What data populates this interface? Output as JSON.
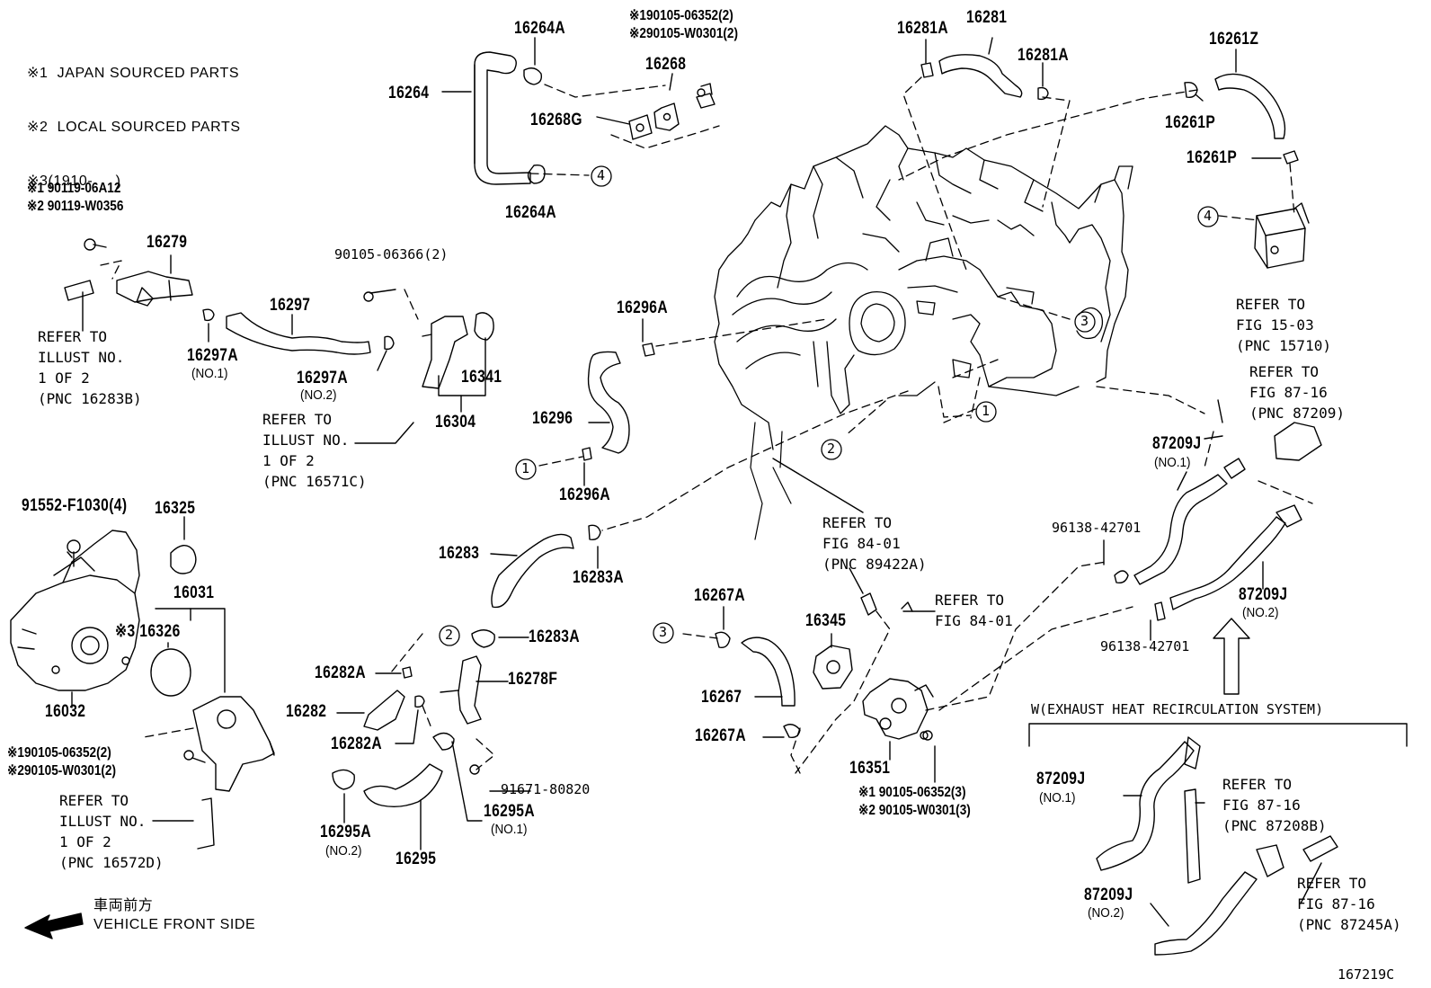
{
  "legend": {
    "note1": "※1  JAPAN SOURCED PARTS",
    "note2": "※2  LOCAL SOURCED PARTS",
    "note3": "※3(1910-     )"
  },
  "parts": {
    "p16264A_top": "16264A",
    "p16264": "16264",
    "p16264A_bot": "16264A",
    "bolt_16268": "※190105-06352(2)\n※290105-W0301(2)",
    "p16268": "16268",
    "p16268G": "16268G",
    "p16281A_left": "16281A",
    "p16281": "16281",
    "p16281A_right": "16281A",
    "p16261Z": "16261Z",
    "p16261P_a": "16261P",
    "p16261P_b": "16261P",
    "bolt_16279": "※1 90119-06A12\n※2 90119-W0356",
    "p16279": "16279",
    "p90105_06366": "90105-06366(2)",
    "p16297": "16297",
    "p16297A_1": "16297A",
    "p16297A_1_sub": "(NO.1)",
    "p16297A_2": "16297A",
    "p16297A_2_sub": "(NO.2)",
    "p16341": "16341",
    "p16304": "16304",
    "p16296A_top": "16296A",
    "p16296": "16296",
    "p16296A_bot": "16296A",
    "p91552": "91552-F1030(4)",
    "p16325": "16325",
    "p16031": "16031",
    "p16326": "※3 16326",
    "p16032": "16032",
    "bolt_16031": "※190105-06352(2)\n※290105-W0301(2)",
    "p16283": "16283",
    "p16283A_a": "16283A",
    "p16283A_b": "16283A",
    "p16282A_a": "16282A",
    "p16282": "16282",
    "p16282A_b": "16282A",
    "p16278F": "16278F",
    "p91671": "91671-80820",
    "p16295A_1": "16295A",
    "p16295A_1_sub": "(NO.1)",
    "p16295A_2": "16295A",
    "p16295A_2_sub": "(NO.2)",
    "p16295": "16295",
    "p16267A_a": "16267A",
    "p16267": "16267",
    "p16267A_b": "16267A",
    "p16345": "16345",
    "p16351": "16351",
    "bolt_16351": "※1 90105-06352(3)\n※2 90105-W0301(3)",
    "p87209J_1": "87209J",
    "p87209J_1_sub": "(NO.1)",
    "p87209J_2": "87209J",
    "p87209J_2_sub": "(NO.2)",
    "p96138_a": "96138-42701",
    "p96138_b": "96138-42701",
    "p87209J_w1": "87209J",
    "p87209J_w1_sub": "(NO.1)",
    "p87209J_w2": "87209J",
    "p87209J_w2_sub": "(NO.2)"
  },
  "refs": {
    "ref_16283B": "REFER TO\nILLUST NO.\n1 OF 2\n(PNC 16283B)",
    "ref_16571C": "REFER TO\nILLUST NO.\n1 OF 2\n(PNC 16571C)",
    "ref_16572D": "REFER TO\nILLUST NO.\n1 OF 2\n(PNC 16572D)",
    "ref_15710": "REFER TO\nFIG 15-03\n(PNC 15710)",
    "ref_87209": "REFER TO\nFIG 87-16\n(PNC 87209)",
    "ref_89422A": "REFER TO\nFIG 84-01\n(PNC 89422A)",
    "ref_8401": "REFER TO\nFIG 84-01",
    "ref_87208B": "REFER TO\nFIG 87-16\n(PNC 87208B)",
    "ref_87245A": "REFER TO\nFIG 87-16\n(PNC 87245A)"
  },
  "callouts": [
    "1",
    "1",
    "2",
    "2",
    "3",
    "3",
    "4",
    "4"
  ],
  "exhaust_system": "W(EXHAUST HEAT RECIRCULATION SYSTEM)",
  "front": {
    "jp": "車両前方",
    "en": "VEHICLE FRONT SIDE"
  },
  "figure_code": "167219C"
}
